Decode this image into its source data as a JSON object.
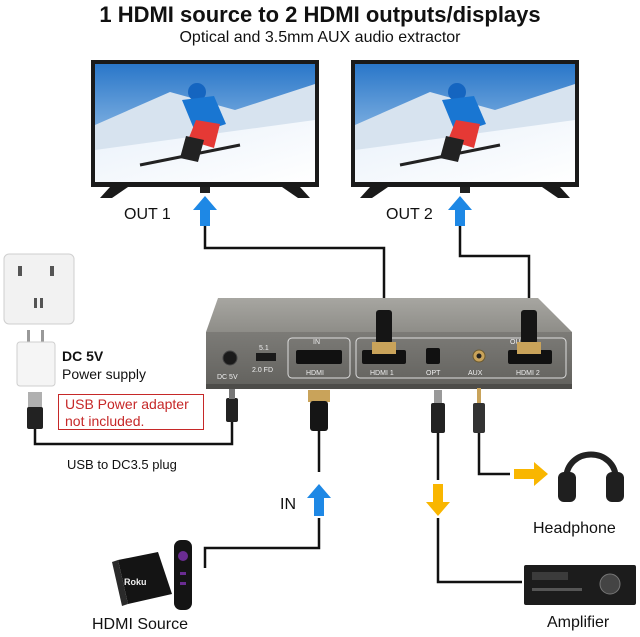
{
  "header": {
    "title": "1 HDMI source to 2 HDMI outputs/displays",
    "subtitle": "Optical and 3.5mm AUX audio extractor"
  },
  "labels": {
    "out1": "OUT 1",
    "out2": "OUT 2",
    "in": "IN",
    "dc5v": "DC 5V",
    "power_supply": "Power supply",
    "usb_note_line1": "USB Power adapter",
    "usb_note_line2": "not included.",
    "usb_plug": "USB to DC3.5 plug",
    "headphone": "Headphone",
    "amplifier": "Amplifier",
    "hdmi_source": "HDMI Source",
    "roku": "Roku"
  },
  "device": {
    "ports": {
      "dc5v": "DC 5V",
      "switch_top": "5.1",
      "switch_bottom": "2.0  FD",
      "hdmi_in_tag": "IN",
      "hdmi_in": "HDMI",
      "hdmi1": "HDMI 1",
      "opt": "OPT",
      "aux": "AUX",
      "hdmi2": "HDMI 2",
      "out_tag": "OUT"
    }
  },
  "colors": {
    "arrow_blue": "#1e88e5",
    "arrow_yellow": "#f9b600",
    "note_red": "#c62828",
    "device_gray": "#8b8a86"
  }
}
